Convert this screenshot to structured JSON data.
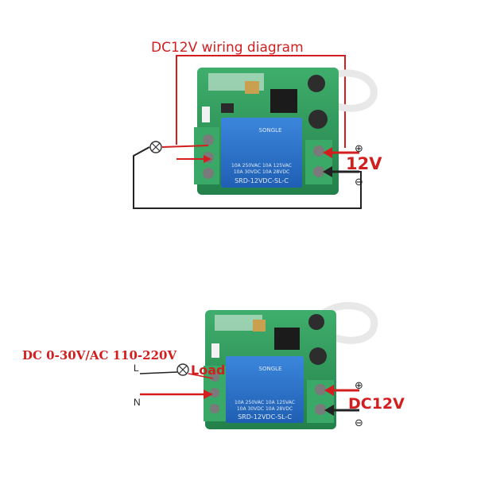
{
  "diagram1": {
    "title": "DC12V wiring diagram",
    "voltage_label": "12V",
    "plus_symbol": "⊕",
    "minus_symbol": "⊖"
  },
  "diagram2": {
    "supply_label": "DC 0-30V/AC 110-220V",
    "load_label": "Load",
    "line_label": "L",
    "neutral_label": "N",
    "voltage_label": "DC12V",
    "plus_symbol": "⊕",
    "minus_symbol": "⊖"
  },
  "relay": {
    "brand": "SONGLE",
    "line1": "10A 250VAC  10A 125VAC",
    "line2": "10A 30VDC   10A 28VDC",
    "model": "SRD-12VDC-SL-C"
  },
  "colors": {
    "wire_red": "#d21e1e",
    "wire_black": "#222222",
    "pcb_green": "#2f9a5a",
    "relay_blue": "#2a6fc9",
    "terminal_green": "#3aa866"
  }
}
